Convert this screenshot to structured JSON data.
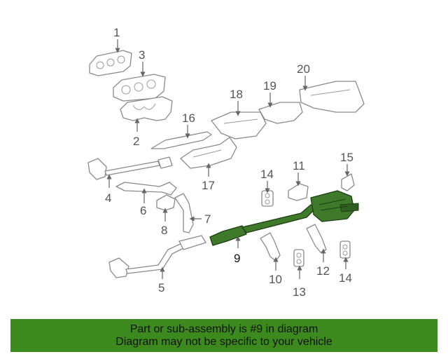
{
  "diagram": {
    "highlight_color": "#3f7a2a",
    "callouts": {
      "c1": "1",
      "c2": "2",
      "c3": "3",
      "c4": "4",
      "c5": "5",
      "c6": "6",
      "c7": "7",
      "c8": "8",
      "c9": "9",
      "c10": "10",
      "c11": "11",
      "c12": "12",
      "c13": "13",
      "c14a": "14",
      "c14b": "14",
      "c15": "15",
      "c16": "16",
      "c17": "17",
      "c18": "18",
      "c19": "19",
      "c20": "20"
    }
  },
  "banner": {
    "line1": "Part or sub-assembly is #9 in diagram",
    "line2": "Diagram may not be specific to your vehicle",
    "background": "#3c8a1e"
  }
}
